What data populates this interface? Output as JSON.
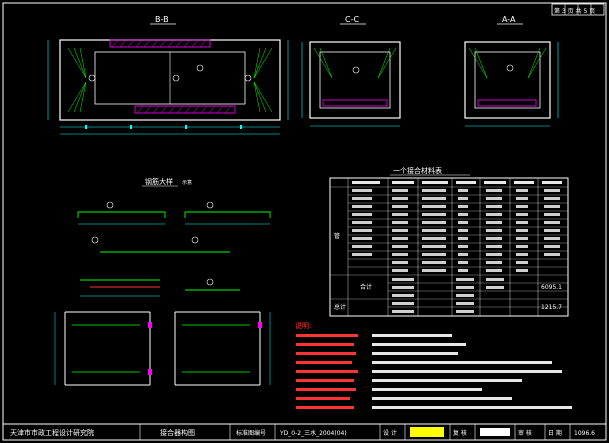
{
  "header": {
    "sheet_box_text": "第 3 页 共 5 页",
    "section_bb": "B-B",
    "section_cc": "C-C",
    "section_aa": "A-A"
  },
  "detail": {
    "title": "钢筋大样",
    "scale": "示意"
  },
  "table": {
    "title": "一个接合材料表",
    "group_label": "管",
    "subtotal_label": "合计",
    "total_label": "总计"
  },
  "notes": {
    "title": "说明:",
    "total_value": "1215.7",
    "right_value": "6095.1"
  },
  "title_block": {
    "institute": "天津市市政工程设计研究院",
    "drawing_name": "接合器构图",
    "standard_label": "标准图编号",
    "drawing_code": "YD_0-2_三水_2004(04)",
    "design_label": "设 计",
    "check_label": "复 核",
    "review_label": "审 核",
    "date_label": "日 期",
    "date_value": "1096.6"
  },
  "colors": {
    "background": "#000000",
    "outline": "#ffffff",
    "dimension": "#00ffff",
    "hatch": "#ff00ff",
    "rebar": "#00ff00",
    "notes": "#ff3333",
    "stamp": "#ffff00"
  }
}
